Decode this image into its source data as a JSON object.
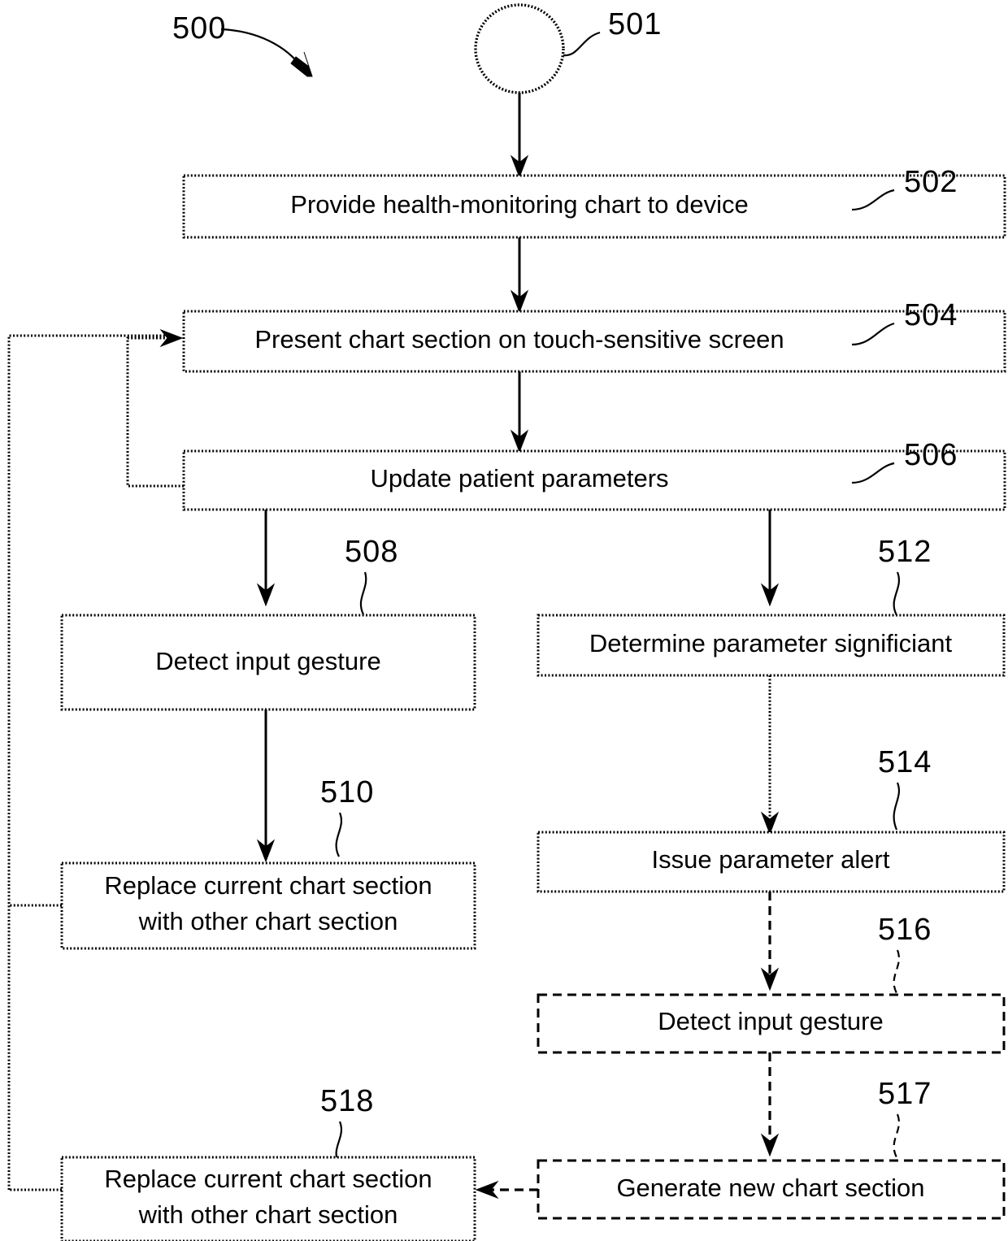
{
  "figure": {
    "figure_number": "500",
    "start_node": {
      "ref": "501",
      "shape": "circle"
    },
    "nodes": [
      {
        "id": "n502",
        "ref": "502",
        "label": "Provide health-monitoring chart to device",
        "lines": [
          "Provide health-monitoring chart to device"
        ],
        "border": "dotted"
      },
      {
        "id": "n504",
        "ref": "504",
        "label": "Present chart section on touch-sensitive screen",
        "lines": [
          "Present chart section on touch-sensitive screen"
        ],
        "border": "dotted"
      },
      {
        "id": "n506",
        "ref": "506",
        "label": "Update patient parameters",
        "lines": [
          "Update patient parameters"
        ],
        "border": "dotted"
      },
      {
        "id": "n508",
        "ref": "508",
        "label": "Detect input gesture",
        "lines": [
          "Detect input gesture"
        ],
        "border": "dotted"
      },
      {
        "id": "n510",
        "ref": "510",
        "label": "Replace current chart section with other chart section",
        "lines": [
          "Replace current chart section",
          "with other chart section"
        ],
        "border": "dotted"
      },
      {
        "id": "n512",
        "ref": "512",
        "label": "Determine parameter significiant",
        "lines": [
          "Determine parameter significiant"
        ],
        "border": "dotted"
      },
      {
        "id": "n514",
        "ref": "514",
        "label": "Issue parameter alert",
        "lines": [
          "Issue parameter alert"
        ],
        "border": "dotted"
      },
      {
        "id": "n516",
        "ref": "516",
        "label": "Detect input gesture",
        "lines": [
          "Detect input gesture"
        ],
        "border": "dashed"
      },
      {
        "id": "n517",
        "ref": "517",
        "label": "Generate new chart section",
        "lines": [
          "Generate new chart section"
        ],
        "border": "dashed"
      },
      {
        "id": "n518",
        "ref": "518",
        "label": "Replace current chart section with other chart section",
        "lines": [
          "Replace current chart section",
          "with other chart section"
        ],
        "border": "dotted"
      }
    ],
    "colors": {
      "ink": "#000000",
      "paper": "#ffffff"
    }
  }
}
